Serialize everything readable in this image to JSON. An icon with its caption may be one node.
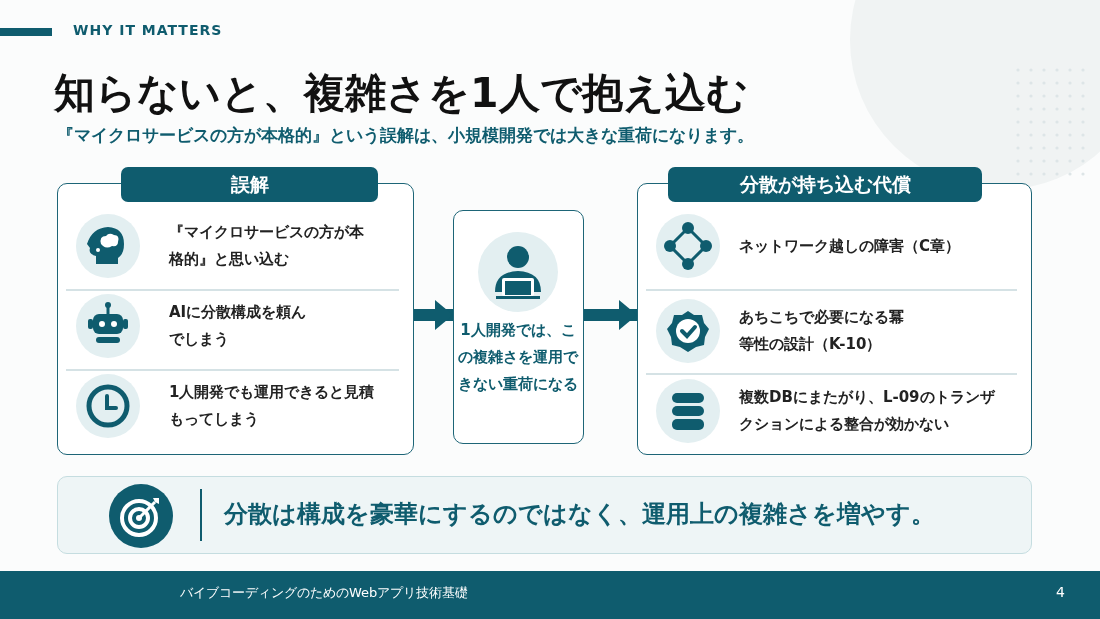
{
  "diagram": {
    "title": "知らないと、複雑さを1人で抱え込む",
    "nodes": [
      {
        "text": [
          "誤解",
          "『マイクロサービスの方が本格的』と思い込む",
          "AIに分散構成を頼んでしまう",
          "1人開発でも運用できると見積もってしまう"
        ]
      },
      {
        "text": [
          "1人開発では、この複雑さを運用できない重荷になる"
        ]
      },
      {
        "text": [
          "分散が持ち込む代償",
          "ネットワーク越しの障害（C章）",
          "あちこちで必要になる冪等性の設計（K-10）",
          "複数DBにまたがり、L-09のトランザクションによる整合が効かない"
        ]
      },
      {
        "text": [
          "分散は構成を豪華にするのではなく、運用上の複雑さを増やす。"
        ]
      }
    ],
    "edges": [
      {
        "from": 0,
        "to": 1,
        "arrow": "to"
      },
      {
        "from": 1,
        "to": 2,
        "arrow": "to"
      }
    ],
    "labels": [
      "WHY IT MATTERS",
      "『マイクロサービスの方が本格的』という誤解は、小規模開発では大きな重荷になります。",
      "バイブコーディングのためのWebアプリ技術基礎",
      "4"
    ]
  }
}
